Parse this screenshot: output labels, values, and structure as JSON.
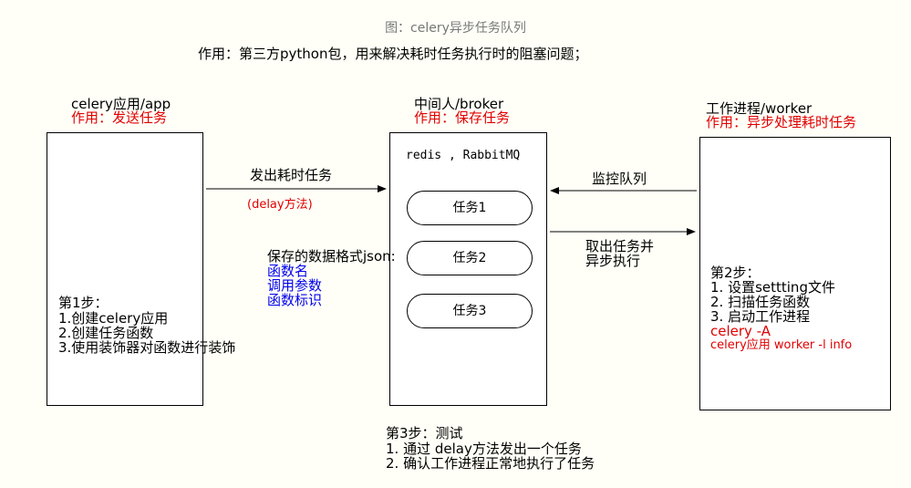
{
  "title": "图：celery异步任务队列",
  "subtitle": "作用：第三方python包，用来解决耗时任务执行时的阻塞问题；",
  "app": {
    "name": "celery应用/app",
    "role": "作用：发送任务",
    "steps": [
      "第1步：",
      "1.创建celery应用",
      "2.创建任务函数",
      "3.使用装饰器对函数进行装饰"
    ]
  },
  "broker": {
    "name": "中间人/broker",
    "role": "作用：保存任务",
    "impl": "redis , RabbitMQ",
    "tasks": [
      "任务1",
      "任务2",
      "任务3"
    ]
  },
  "worker": {
    "name": "工作进程/worker",
    "role": "作用：异步处理耗时任务",
    "steps": [
      "第2步：",
      "1. 设置settting文件",
      "2. 扫描任务函数",
      "3. 启动工作进程"
    ],
    "commands": [
      "celery -A",
      "celery应用 worker -l info"
    ]
  },
  "arrows": {
    "send": "发出耗时任务",
    "send_method": "(delay方法)",
    "monitor": "监控队列",
    "fetch_line1": "取出任务并",
    "fetch_line2": "异步执行"
  },
  "storage": {
    "label": "保存的数据格式json:",
    "items": [
      "函数名",
      "调用参数",
      "函数标识"
    ]
  },
  "test": {
    "heading": "第3步：测试",
    "items": [
      "1. 通过 delay方法发出一个任务",
      "2. 确认工作进程正常地执行了任务"
    ]
  }
}
